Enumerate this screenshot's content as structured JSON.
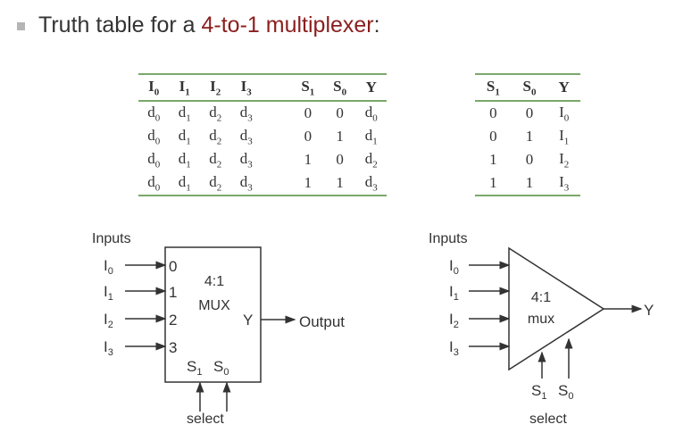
{
  "title": {
    "prefix": "Truth table for a ",
    "highlight": "4-to-1 multiplexer",
    "suffix": ":"
  },
  "colors": {
    "accent": "#8b1e1e",
    "table_rule": "#7aa86a"
  },
  "table1": {
    "headers": [
      [
        "I",
        "0"
      ],
      [
        "I",
        "1"
      ],
      [
        "I",
        "2"
      ],
      [
        "I",
        "3"
      ],
      [
        "S",
        "1"
      ],
      [
        "S",
        "0"
      ],
      [
        "Y",
        ""
      ]
    ],
    "rows": [
      [
        [
          "d",
          "0"
        ],
        [
          "d",
          "1"
        ],
        [
          "d",
          "2"
        ],
        [
          "d",
          "3"
        ],
        [
          "0",
          ""
        ],
        [
          "0",
          ""
        ],
        [
          "d",
          "0"
        ]
      ],
      [
        [
          "d",
          "0"
        ],
        [
          "d",
          "1"
        ],
        [
          "d",
          "2"
        ],
        [
          "d",
          "3"
        ],
        [
          "0",
          ""
        ],
        [
          "1",
          ""
        ],
        [
          "d",
          "1"
        ]
      ],
      [
        [
          "d",
          "0"
        ],
        [
          "d",
          "1"
        ],
        [
          "d",
          "2"
        ],
        [
          "d",
          "3"
        ],
        [
          "1",
          ""
        ],
        [
          "0",
          ""
        ],
        [
          "d",
          "2"
        ]
      ],
      [
        [
          "d",
          "0"
        ],
        [
          "d",
          "1"
        ],
        [
          "d",
          "2"
        ],
        [
          "d",
          "3"
        ],
        [
          "1",
          ""
        ],
        [
          "1",
          ""
        ],
        [
          "d",
          "3"
        ]
      ]
    ]
  },
  "table2": {
    "headers": [
      [
        "S",
        "1"
      ],
      [
        "S",
        "0"
      ],
      [
        "Y",
        ""
      ]
    ],
    "rows": [
      [
        [
          "0",
          ""
        ],
        [
          "0",
          ""
        ],
        [
          "I",
          "0"
        ]
      ],
      [
        [
          "0",
          ""
        ],
        [
          "1",
          ""
        ],
        [
          "I",
          "1"
        ]
      ],
      [
        [
          "1",
          ""
        ],
        [
          "0",
          ""
        ],
        [
          "I",
          "2"
        ]
      ],
      [
        [
          "1",
          ""
        ],
        [
          "1",
          ""
        ],
        [
          "I",
          "3"
        ]
      ]
    ]
  },
  "block_diagram": {
    "inputs_label": "Inputs",
    "inputs": [
      [
        "I",
        "0"
      ],
      [
        "I",
        "1"
      ],
      [
        "I",
        "2"
      ],
      [
        "I",
        "3"
      ]
    ],
    "ports": [
      "0",
      "1",
      "2",
      "3"
    ],
    "name_line1": "4:1",
    "name_line2": "MUX",
    "output_port": "Y",
    "output_label": "Output",
    "selects": [
      [
        "S",
        "1"
      ],
      [
        "S",
        "0"
      ]
    ],
    "select_label": "select"
  },
  "triangle_diagram": {
    "inputs_label": "Inputs",
    "inputs": [
      [
        "I",
        "0"
      ],
      [
        "I",
        "1"
      ],
      [
        "I",
        "2"
      ],
      [
        "I",
        "3"
      ]
    ],
    "name_line1": "4:1",
    "name_line2": "mux",
    "output_label": "Y",
    "selects": [
      [
        "S",
        "1"
      ],
      [
        "S",
        "0"
      ]
    ],
    "select_label": "select"
  }
}
